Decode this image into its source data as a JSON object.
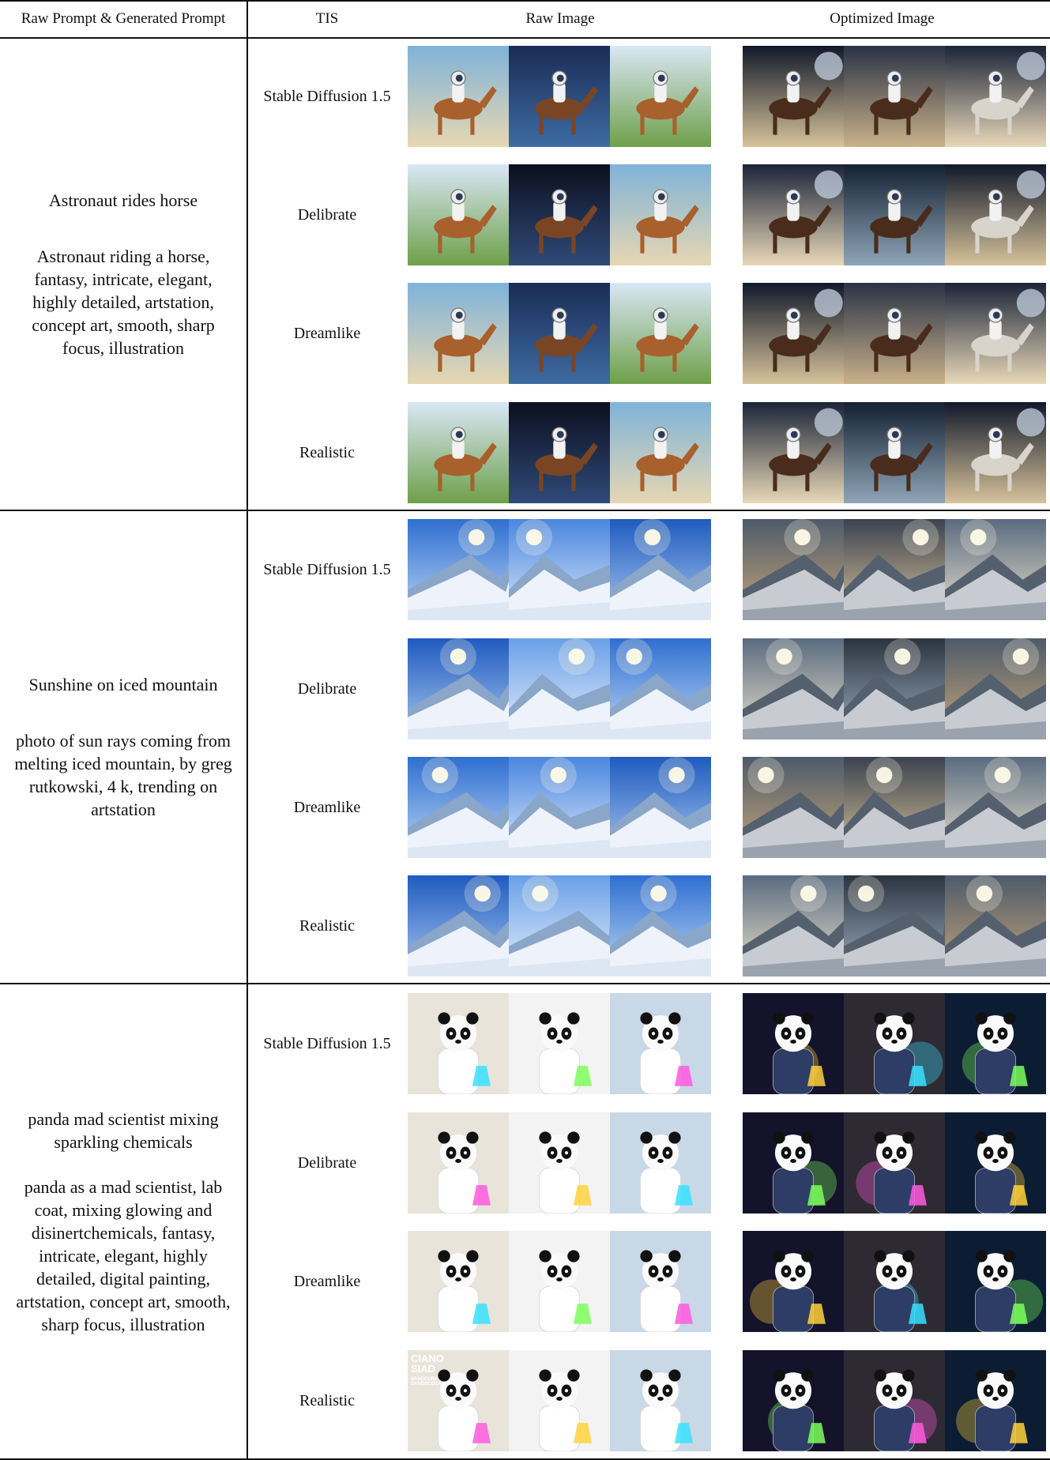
{
  "header": {
    "col_prompt": "Raw Prompt & Generated Prompt",
    "col_tis": "TIS",
    "col_raw": "Raw Image",
    "col_opt": "Optimized Image"
  },
  "groups": [
    {
      "raw_prompt": "Astronaut rides horse",
      "generated_prompt": "Astronaut riding a horse, fantasy, intricate, elegant, highly detailed, artstation, concept art, smooth, sharp focus, illustration",
      "theme": "astronaut",
      "rows": [
        {
          "tis": "Stable Diffusion 1.5"
        },
        {
          "tis": "Delibrate"
        },
        {
          "tis": "Dreamlike"
        },
        {
          "tis": "Realistic"
        }
      ]
    },
    {
      "raw_prompt": "Sunshine on iced mountain",
      "generated_prompt": "photo of sun rays coming from melting iced mountain, by greg rutkowski, 4 k, trending on artstation",
      "theme": "mountain",
      "rows": [
        {
          "tis": "Stable Diffusion 1.5"
        },
        {
          "tis": "Delibrate"
        },
        {
          "tis": "Dreamlike"
        },
        {
          "tis": "Realistic"
        }
      ]
    },
    {
      "raw_prompt": "panda mad scientist mixing sparkling chemicals",
      "generated_prompt": "panda as a mad scientist, lab coat, mixing glowing and disinertchemicals, fantasy, intricate, elegant, highly detailed, digital painting, artstation, concept art, smooth, sharp focus, illustration",
      "theme": "panda",
      "rows": [
        {
          "tis": "Stable Diffusion 1.5"
        },
        {
          "tis": "Delibrate"
        },
        {
          "tis": "Dreamlike"
        },
        {
          "tis": "Realistic"
        }
      ]
    }
  ],
  "image_text": {
    "realistic_panda_poster_title": "CIANO SIAD",
    "realistic_panda_poster_sub": "SANDCURE SANDSCOCA"
  }
}
